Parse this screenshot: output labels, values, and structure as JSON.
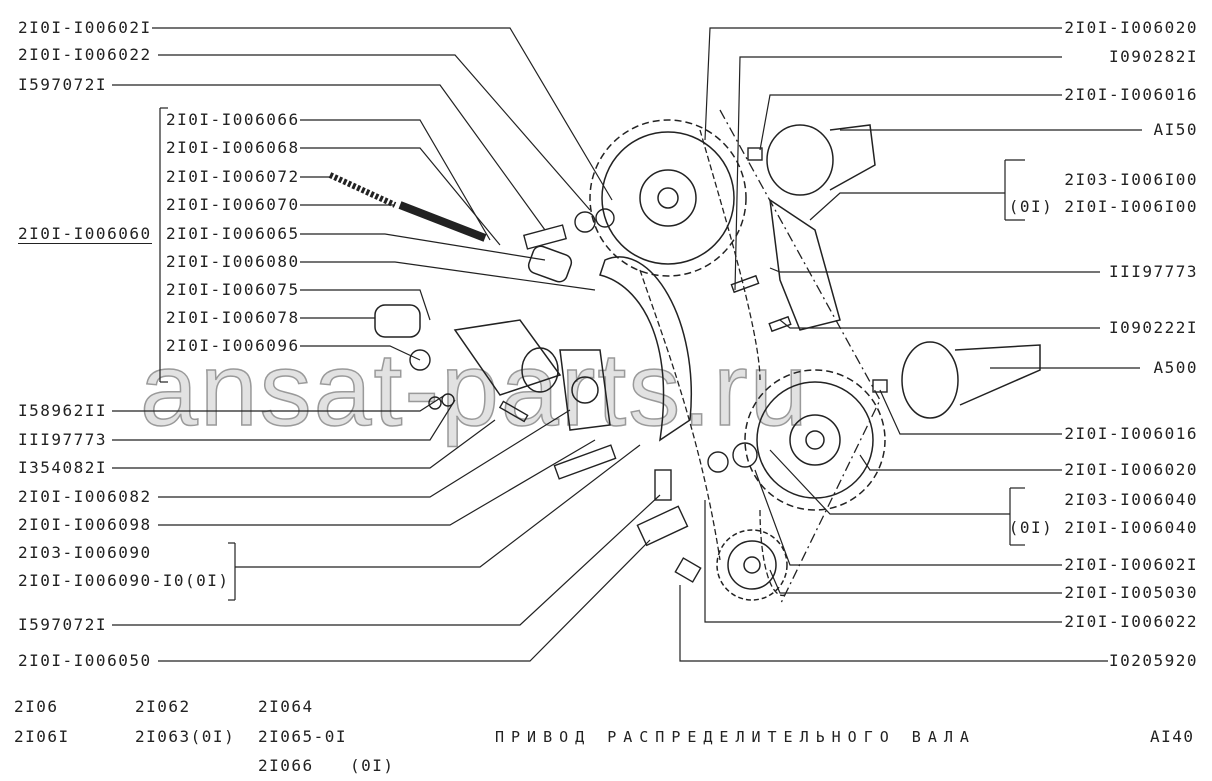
{
  "left_labels": {
    "l1": "2I0I-I00602I",
    "l2": "2I0I-I006022",
    "l3": "I597072I",
    "group_parent": "2I0I-I006060",
    "group": [
      "2I0I-I006066",
      "2I0I-I006068",
      "2I0I-I006072",
      "2I0I-I006070",
      "2I0I-I006065",
      "2I0I-I006080",
      "2I0I-I006075",
      "2I0I-I006078",
      "2I0I-I006096"
    ],
    "l4": "I58962II",
    "l5": "III97773",
    "l6": "I354082I",
    "l7": "2I0I-I006082",
    "l8": "2I0I-I006098",
    "l9a": "2I03-I006090",
    "l9b": "2I0I-I006090-I0(0I)",
    "l10": "I597072I",
    "l11": "2I0I-I006050"
  },
  "right_labels": {
    "r1": "2I0I-I006020",
    "r2": "I090282I",
    "r3": "2I0I-I006016",
    "r4": "AI50",
    "r5a": "2I03-I006I00",
    "r5b": "(0I) 2I0I-I006I00",
    "r6": "III97773",
    "r7": "I090222I",
    "r8": "A500",
    "r9": "2I0I-I006016",
    "r10": "2I0I-I006020",
    "r11a": "2I03-I006040",
    "r11b": "(0I) 2I0I-I006040",
    "r12": "2I0I-I00602I",
    "r13": "2I0I-I005030",
    "r14": "2I0I-I006022",
    "r15": "I0205920"
  },
  "footer": {
    "models": [
      "2I06",
      "2I06I",
      "2I062",
      "2I063(0I)",
      "2I064",
      "2I065-0I",
      "2I066",
      "(0I)"
    ],
    "title": "ПРИВОД РАСПРЕДЕЛИТЕЛЬНОГО ВАЛА",
    "page_code": "AI40"
  },
  "watermark": "ansat-parts.ru"
}
